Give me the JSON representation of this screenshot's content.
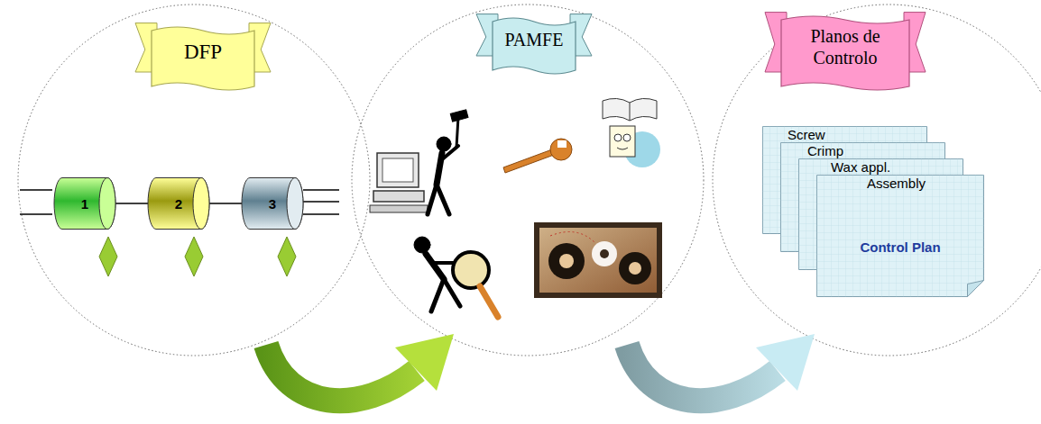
{
  "diagram": {
    "nodes": [
      {
        "text": [
          "DFP"
        ]
      },
      {
        "text": [
          "1"
        ]
      },
      {
        "text": [
          "2"
        ]
      },
      {
        "text": [
          "3"
        ]
      },
      {
        "text": [
          "PAMFE"
        ]
      },
      {
        "text": [
          "Planos de Controlo"
        ]
      },
      {
        "text": [
          "Screw"
        ]
      },
      {
        "text": [
          "Crimp"
        ]
      },
      {
        "text": [
          "Wax  appl."
        ]
      },
      {
        "text": [
          "Assembly",
          "Control Plan"
        ]
      }
    ],
    "edges": [
      {
        "from": 1,
        "to": 2,
        "arrow": "none"
      },
      {
        "from": 2,
        "to": 3,
        "arrow": "none"
      }
    ]
  }
}
